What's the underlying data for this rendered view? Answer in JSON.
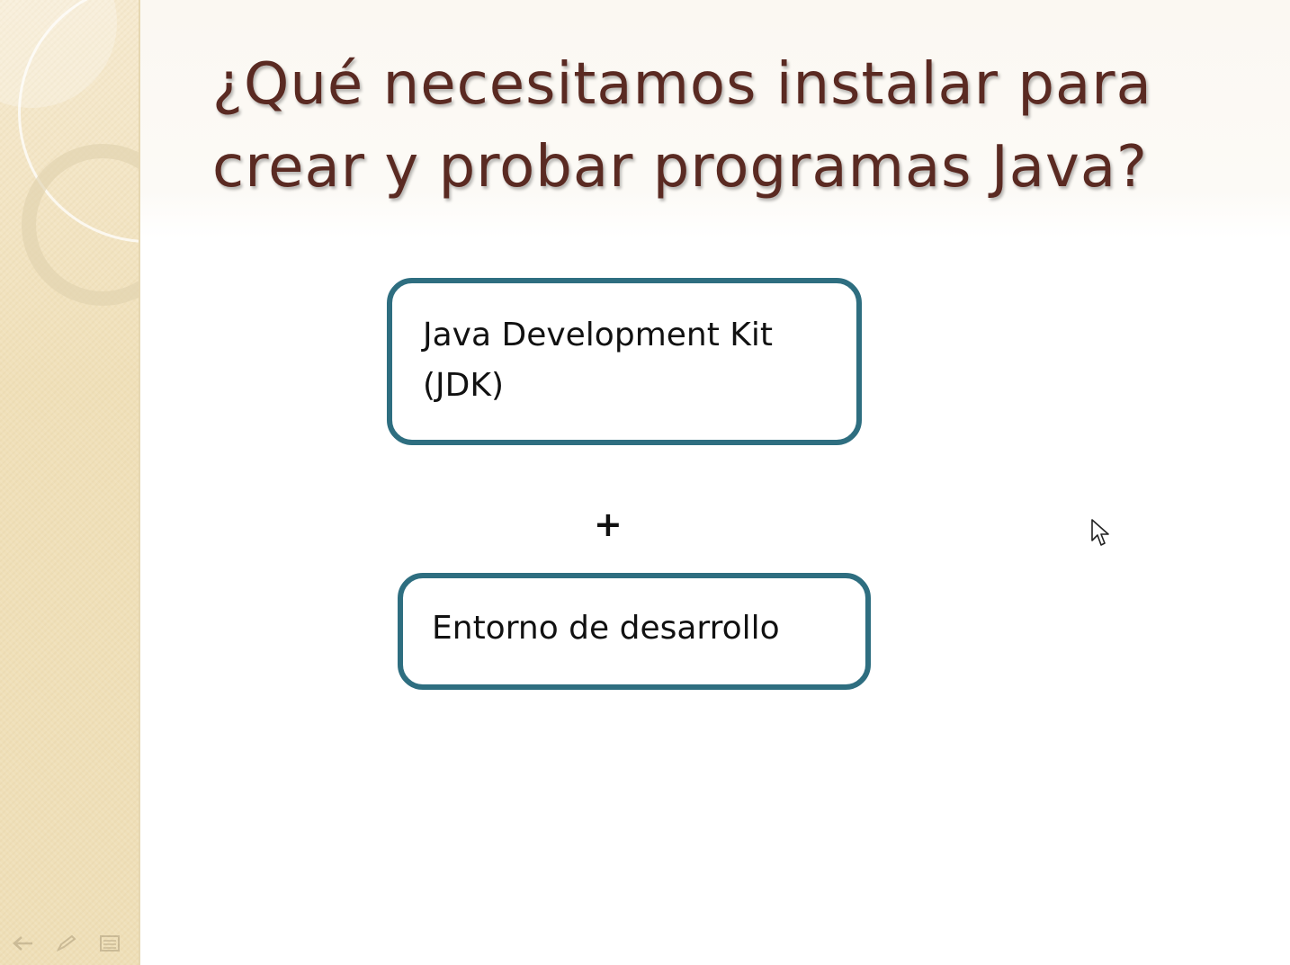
{
  "slide": {
    "title_line1": "¿Qué necesitamos instalar para",
    "title_line2": "crear y probar programas Java?",
    "box_jdk": {
      "line1": "Java Development Kit",
      "line2": "(JDK)"
    },
    "plus_sign": "+",
    "box_ide": {
      "label": "Entorno de desarrollo"
    }
  },
  "colors": {
    "title": "#5a2a22",
    "box_border": "#2e6e80",
    "sidebar": "#f1e3bf",
    "body_text": "#111111"
  },
  "icons": {
    "nav_controls": [
      "arrow-back-icon",
      "pen-icon",
      "menu-icon",
      "arrow-forward-icon"
    ],
    "cursor": "mouse-pointer-icon"
  }
}
